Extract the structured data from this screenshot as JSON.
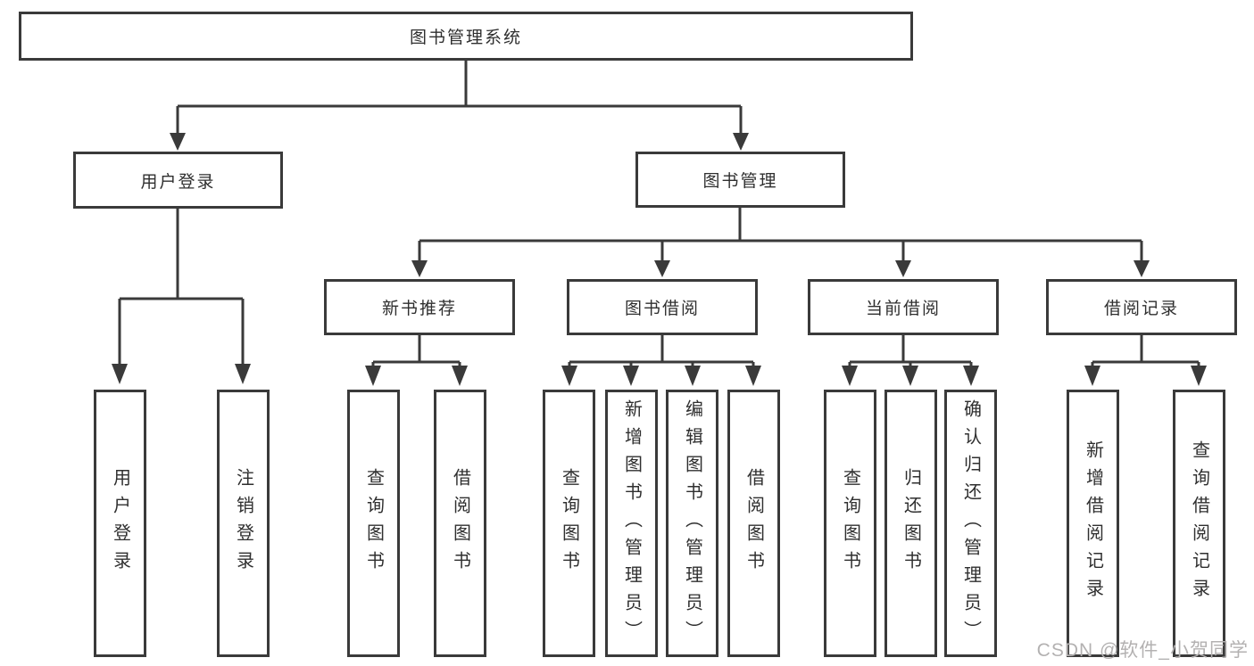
{
  "diagram": {
    "root": {
      "label": "图书管理系统"
    },
    "branches": [
      {
        "label": "用户登录",
        "children": [
          {
            "label": "用户登录"
          },
          {
            "label": "注销登录"
          }
        ]
      },
      {
        "label": "图书管理",
        "children": [
          {
            "label": "新书推荐",
            "children": [
              {
                "label": "查询图书"
              },
              {
                "label": "借阅图书"
              }
            ]
          },
          {
            "label": "图书借阅",
            "children": [
              {
                "label": "查询图书"
              },
              {
                "label": "新增图书（管理员）"
              },
              {
                "label": "编辑图书（管理员）"
              },
              {
                "label": "借阅图书"
              }
            ]
          },
          {
            "label": "当前借阅",
            "children": [
              {
                "label": "查询图书"
              },
              {
                "label": "归还图书"
              },
              {
                "label": "确认归还（管理员）"
              }
            ]
          },
          {
            "label": "借阅记录",
            "children": [
              {
                "label": "新增借阅记录"
              },
              {
                "label": "查询借阅记录"
              }
            ]
          }
        ]
      }
    ],
    "watermark": "CSDN @软件_小贺同学"
  },
  "colors": {
    "line": "#3a3a3a",
    "text": "#2f2f2f",
    "bg": "#ffffff",
    "watermark": "#b3b1b1"
  }
}
